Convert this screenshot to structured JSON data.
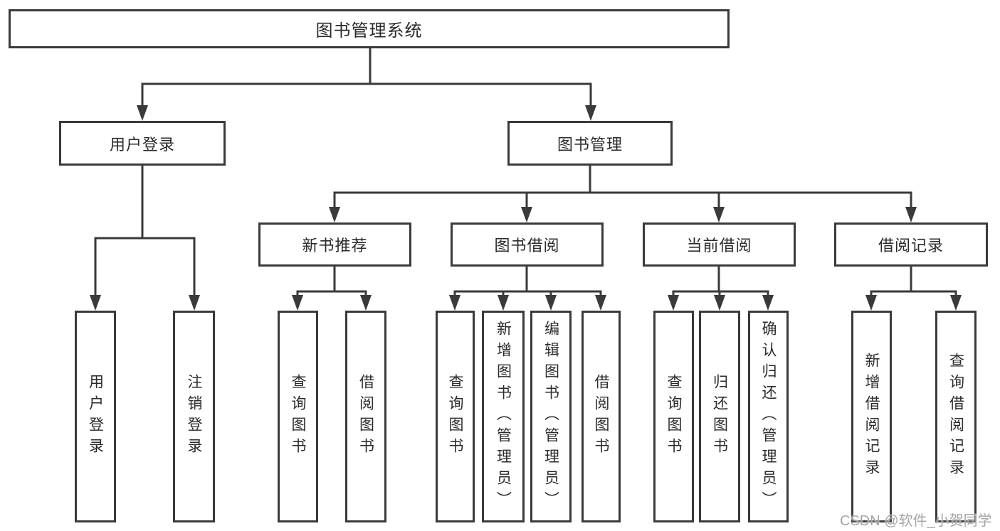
{
  "diagram": {
    "root": {
      "label": "图书管理系统"
    },
    "branches": [
      {
        "label": "用户登录"
      },
      {
        "label": "图书管理"
      }
    ],
    "modules": [
      {
        "label": "新书推荐"
      },
      {
        "label": "图书借阅"
      },
      {
        "label": "当前借阅"
      },
      {
        "label": "借阅记录"
      }
    ],
    "functions": [
      {
        "label": "用户登录"
      },
      {
        "label": "注销登录"
      },
      {
        "label": "查询图书"
      },
      {
        "label": "借阅图书"
      },
      {
        "label": "查询图书"
      },
      {
        "label": "新增图书（管理员）"
      },
      {
        "label": "编辑图书（管理员）"
      },
      {
        "label": "借阅图书"
      },
      {
        "label": "查询图书"
      },
      {
        "label": "归还图书"
      },
      {
        "label": "确认归还（管理员）"
      },
      {
        "label": "新增借阅记录"
      },
      {
        "label": "查询借阅记录"
      }
    ],
    "colors": {
      "line": "#3a3a3a",
      "box_border": "#3a3a3a",
      "text": "#2b2b2b",
      "background": "#ffffff",
      "watermark": "#a5a5a5"
    },
    "watermark": "CSDN @软件_小贺同学"
  }
}
